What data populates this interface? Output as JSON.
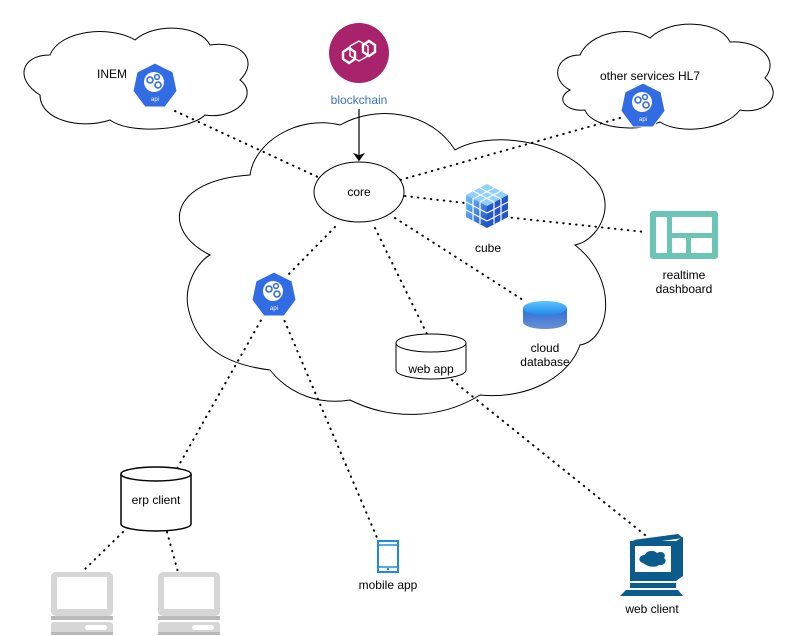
{
  "diagram": {
    "clouds": {
      "inem": {
        "label": "INEM"
      },
      "other_services": {
        "label": "other services HL7"
      },
      "main": {
        "label": ""
      }
    },
    "nodes": {
      "blockchain": {
        "label": "blockchain",
        "icon": "blockchain-icon",
        "color": "#a8236b"
      },
      "core": {
        "label": "core"
      },
      "cube": {
        "label": "cube",
        "icon": "cube-icon",
        "color": "#2f7de0"
      },
      "realtime_dashboard": {
        "label_line1": "realtime",
        "label_line2": "dashboard",
        "icon": "dashboard-icon",
        "color": "#6bc5b4"
      },
      "api_inem": {
        "label": "api",
        "icon": "api-icon",
        "color": "#326ce5"
      },
      "api_hl7": {
        "label": "api",
        "icon": "api-icon",
        "color": "#326ce5"
      },
      "api_main": {
        "label": "api",
        "icon": "api-icon",
        "color": "#326ce5"
      },
      "cloud_database": {
        "label_line1": "cloud",
        "label_line2": "database",
        "icon": "database-icon",
        "color": "#2f7de0"
      },
      "web_app": {
        "label": "web app"
      },
      "erp_client": {
        "label": "erp client"
      },
      "mobile_app": {
        "label": "mobile app",
        "icon": "mobile-phone-icon",
        "color": "#1e88e5"
      },
      "web_client": {
        "label": "web client",
        "icon": "web-client-icon",
        "color": "#0b5c8c"
      },
      "laptop_1": {
        "icon": "laptop-icon"
      },
      "laptop_2": {
        "icon": "laptop-icon"
      }
    },
    "edges": [
      {
        "from": "blockchain",
        "to": "core",
        "style": "arrow"
      },
      {
        "from": "api_inem",
        "to": "core",
        "style": "dotted"
      },
      {
        "from": "api_hl7",
        "to": "core",
        "style": "dotted"
      },
      {
        "from": "core",
        "to": "cube",
        "style": "dotted"
      },
      {
        "from": "cube",
        "to": "realtime_dashboard",
        "style": "dotted"
      },
      {
        "from": "core",
        "to": "api_main",
        "style": "dotted"
      },
      {
        "from": "core",
        "to": "web_app",
        "style": "dotted"
      },
      {
        "from": "core",
        "to": "cloud_database",
        "style": "dotted"
      },
      {
        "from": "api_main",
        "to": "erp_client",
        "style": "dotted"
      },
      {
        "from": "api_main",
        "to": "mobile_app",
        "style": "dotted"
      },
      {
        "from": "web_app",
        "to": "web_client",
        "style": "dotted"
      },
      {
        "from": "erp_client",
        "to": "laptop_1",
        "style": "dotted"
      },
      {
        "from": "erp_client",
        "to": "laptop_2",
        "style": "dotted"
      }
    ]
  }
}
